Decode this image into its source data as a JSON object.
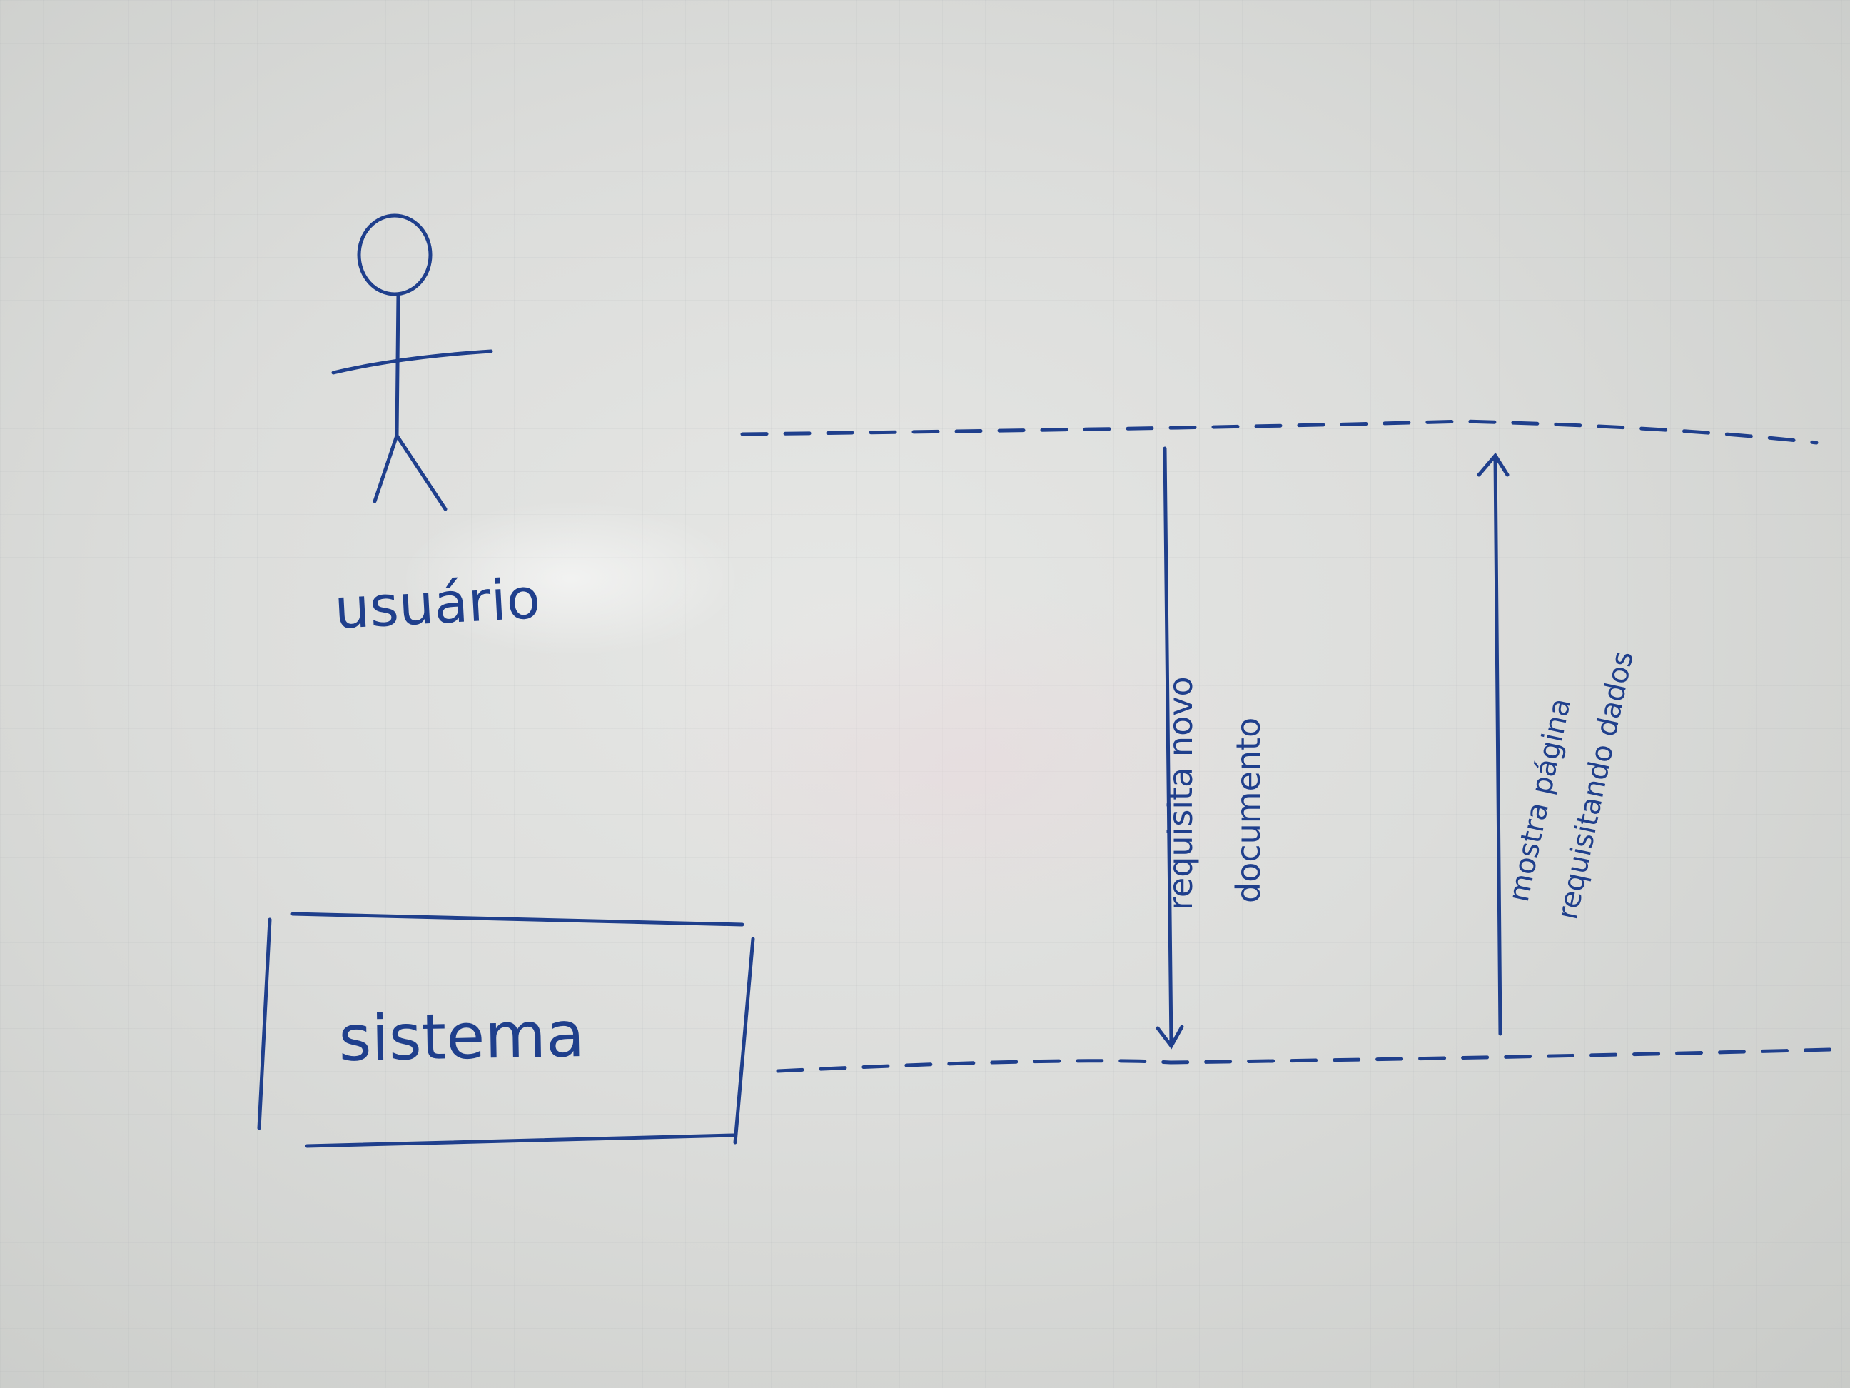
{
  "diagram": {
    "actor": {
      "label": "usuário"
    },
    "system": {
      "label": "sistema"
    },
    "messages": [
      {
        "label_line1": "requisita novo",
        "label_line2": "documento",
        "direction": "down"
      },
      {
        "label_line1": "mostra página",
        "label_line2": "requisitando dados",
        "direction": "up"
      }
    ],
    "ink_color": "#1f3f8c"
  }
}
